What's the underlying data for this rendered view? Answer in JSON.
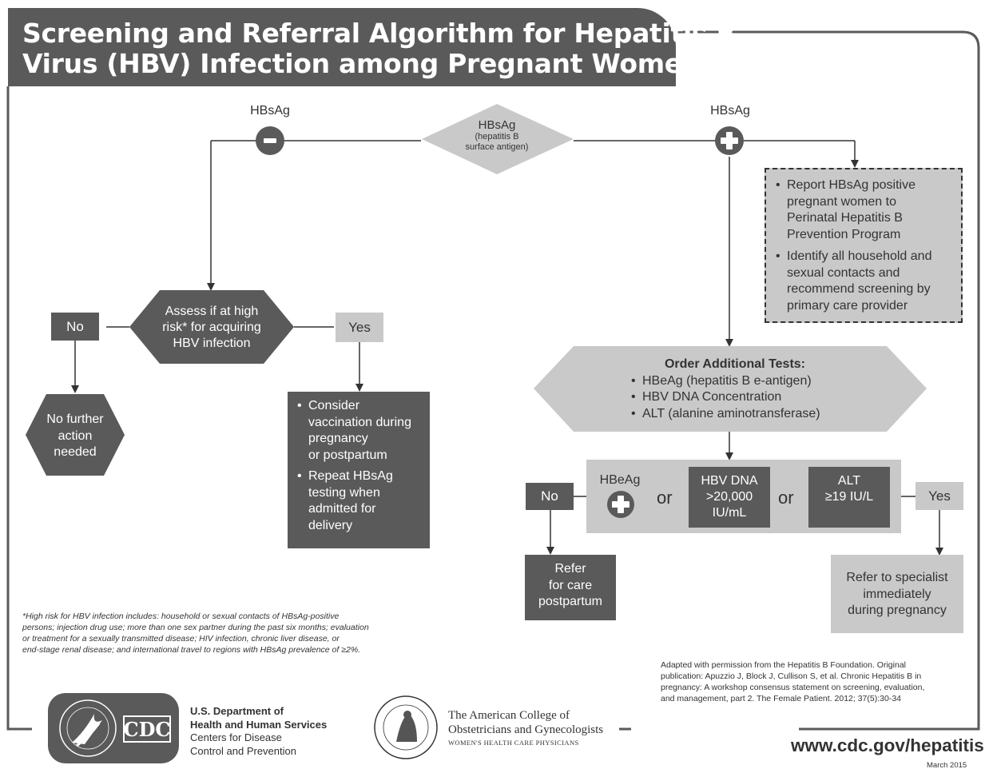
{
  "title": {
    "line1": "Screening and Referral Algorithm for Hepatitis B",
    "line2": "Virus (HBV) Infection among Pregnant Women"
  },
  "hbsag_test": {
    "name": "HBsAg",
    "sub1": "(hepatitis B",
    "sub2": "surface antigen)"
  },
  "negative_label": "HBsAg",
  "positive_label": "HBsAg",
  "risk_assessment": {
    "line1": "Assess if at high",
    "line2": "risk* for acquiring",
    "line3": "HBV infection"
  },
  "no_label_left": "No",
  "yes_label_left": "Yes",
  "no_further": {
    "line1": "No further",
    "line2": "action",
    "line3": "needed"
  },
  "consider_box": {
    "item1": [
      "Consider",
      "vaccination during",
      "pregnancy",
      "or postpartum"
    ],
    "item2": [
      "Repeat HBsAg",
      "testing when",
      "admitted for",
      "delivery"
    ]
  },
  "report_box": {
    "item1": [
      "Report HBsAg positive",
      "pregnant women to",
      "Perinatal Hepatitis B",
      "Prevention Program"
    ],
    "item2": [
      "Identify all household and",
      "sexual contacts and",
      "recommend screening by",
      "primary care provider"
    ]
  },
  "order_tests": {
    "heading": "Order Additional Tests:",
    "items": [
      "HBeAg (hepatitis B e-antigen)",
      "HBV DNA Concentration",
      "ALT (alanine aminotransferase)"
    ]
  },
  "criteria": {
    "hbeag_label": "HBeAg",
    "or1": "or",
    "hbv_dna": [
      "HBV DNA",
      ">20,000",
      "IU/mL"
    ],
    "or2": "or",
    "alt": [
      "ALT",
      "≥19 IU/L"
    ]
  },
  "no_label_right": "No",
  "yes_label_right": "Yes",
  "refer_postpartum": [
    "Refer",
    "for care",
    "postpartum"
  ],
  "refer_specialist": [
    "Refer to specialist",
    "immediately",
    "during pregnancy"
  ],
  "footnote": [
    "*High risk for HBV infection includes: household or sexual contacts of HBsAg-positive",
    "persons; injection drug use; more than one sex partner during the past six months; evaluation",
    "or treatment for a sexually transmitted disease; HIV infection, chronic liver disease, or",
    "end-stage renal disease; and international travel to regions with HBsAg prevalence of ≥2%."
  ],
  "adapted_credit": [
    "Adapted with permission from the Hepatitis B Foundation. Original",
    "publication: Apuzzio J, Block J, Cullison S, et al. Chronic Hepatitis B in",
    "pregnancy: A workshop consensus statement on screening, evaluation,",
    "and management, part 2.  The Female Patient. 2012; 37(5):30-34"
  ],
  "hhs": {
    "line1": "U.S. Department of",
    "line2": "Health and Human Services",
    "line3": "Centers for Disease",
    "line4": "Control and Prevention"
  },
  "cdc_logo_text": "CDC",
  "acog": {
    "line1": "The American College of",
    "line2": "Obstetricians and Gynecologists",
    "line3": "WOMEN'S HEALTH CARE PHYSICIANS"
  },
  "website": "www.cdc.gov/hepatitis",
  "date": "March 2015",
  "colors": {
    "dark": "#5a5a5a",
    "light": "#c9c9c9",
    "line": "#333333"
  },
  "icons": [
    "minus-circle-icon",
    "plus-circle-icon",
    "hhs-eagle-icon",
    "acog-seal-icon"
  ]
}
